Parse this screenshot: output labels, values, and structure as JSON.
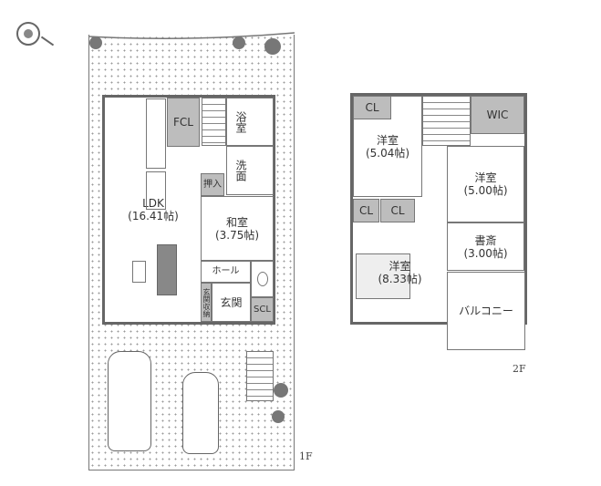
{
  "floor1": {
    "label": "1F",
    "rooms": {
      "ldk": "LDK",
      "ldk_size": "(16.41帖)",
      "fcl": "FCL",
      "bath": "浴室",
      "wash": "洗面",
      "oshiire": "押入",
      "washitsu": "和室",
      "washitsu_size": "(3.75帖)",
      "hall": "ホール",
      "genkan": "玄関",
      "genkan_storage": "玄関収納",
      "scl": "SCL"
    }
  },
  "floor2": {
    "label": "2F",
    "rooms": {
      "cl1": "CL",
      "room1": "洋室",
      "room1_size": "(5.04帖)",
      "wic": "WIC",
      "room2": "洋室",
      "room2_size": "(5.00帖)",
      "cl2": "CL",
      "cl3": "CL",
      "study": "書斎",
      "study_size": "(3.00帖)",
      "room3": "洋室",
      "room3_size": "(8.33帖)",
      "balcony": "バルコニー"
    }
  }
}
